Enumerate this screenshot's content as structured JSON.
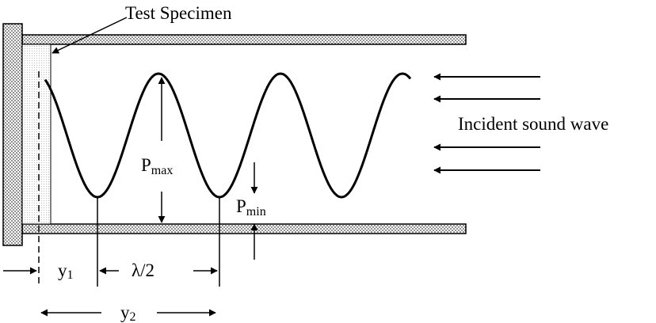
{
  "labels": {
    "specimen": "Test Specimen",
    "incident": "Incident sound wave",
    "pmax_main": "P",
    "pmax_sub": "max",
    "pmin_main": "P",
    "pmin_sub": "min",
    "y1_main": "y",
    "y1_sub": "1",
    "half_wavelength": "λ/2",
    "y2_main": "y",
    "y2_sub": "2"
  }
}
